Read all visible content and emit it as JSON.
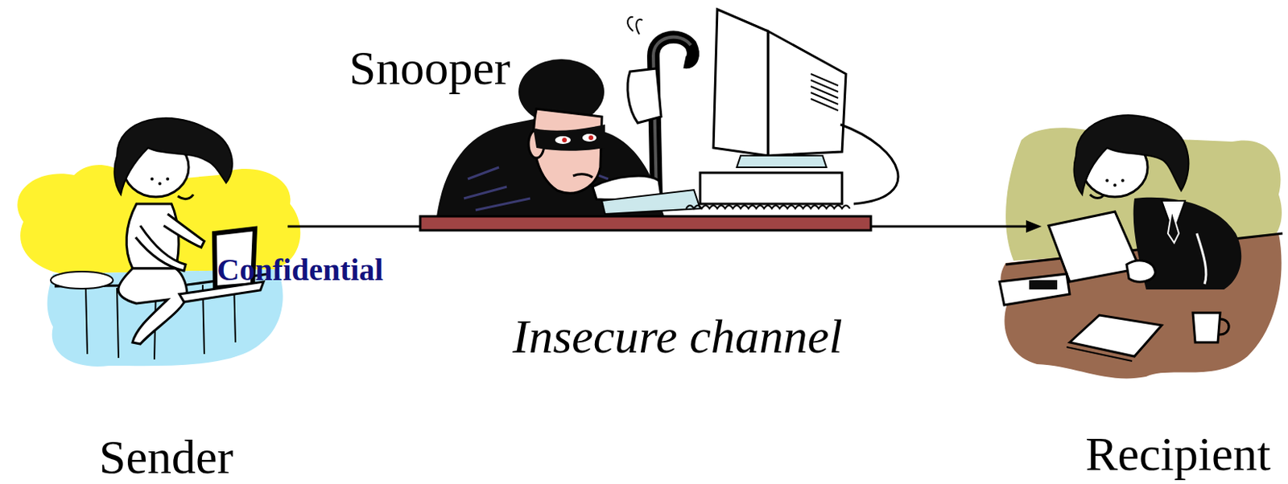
{
  "diagram": {
    "nodes": [
      {
        "text": [
          "Sender"
        ]
      },
      {
        "text": [
          "Snooper"
        ]
      },
      {
        "text": [
          "Recipient"
        ]
      }
    ],
    "edges": [
      {
        "from": 0,
        "to": 1,
        "arrow": "none"
      },
      {
        "from": 1,
        "to": 2,
        "arrow": "to"
      }
    ],
    "labels": [
      "Confidential",
      "Insecure channel"
    ]
  }
}
